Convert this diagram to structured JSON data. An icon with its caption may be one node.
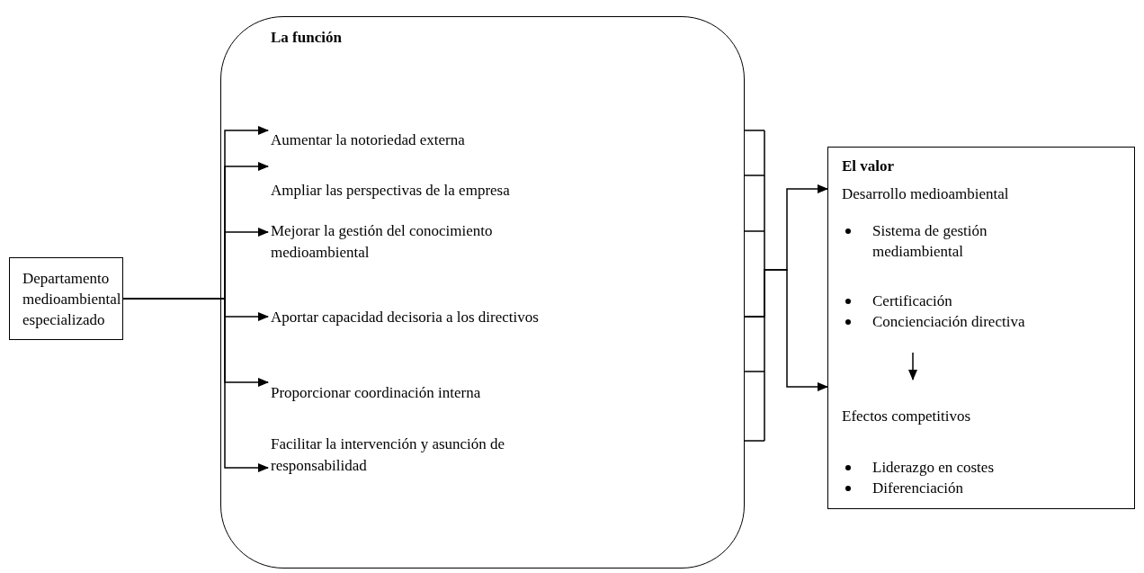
{
  "diagram": {
    "nodes": [
      {
        "text": [
          "Departamento medioambiental especializado"
        ]
      },
      {
        "text": [
          "La función"
        ]
      },
      {
        "text": [
          "Aumentar la notoriedad externa"
        ],
        "in": 1
      },
      {
        "text": [
          "Ampliar las perspectivas de la empresa"
        ],
        "in": 1
      },
      {
        "text": [
          "Mejorar la gestión del conocimiento medioambiental"
        ],
        "in": 1
      },
      {
        "text": [
          "Aportar capacidad decisoria a los directivos"
        ],
        "in": 1
      },
      {
        "text": [
          "Proporcionar coordinación interna"
        ],
        "in": 1
      },
      {
        "text": [
          "Facilitar la intervención y asunción de responsabilidad"
        ],
        "in": 1
      },
      {
        "text": [
          "El valor"
        ]
      },
      {
        "text": [
          "Desarrollo medioambiental",
          "Sistema de gestión mediambiental",
          "Certificación",
          "Concienciación directiva"
        ],
        "in": 8
      },
      {
        "text": [
          "Efectos competitivos",
          "Liderazgo en costes",
          "Diferenciación"
        ],
        "in": 8
      }
    ],
    "edges": [
      {
        "from": 0,
        "to": 2,
        "arrow": "to"
      },
      {
        "from": 0,
        "to": 3,
        "arrow": "to"
      },
      {
        "from": 0,
        "to": 4,
        "arrow": "to"
      },
      {
        "from": 0,
        "to": 5,
        "arrow": "to"
      },
      {
        "from": 0,
        "to": 6,
        "arrow": "to"
      },
      {
        "from": 0,
        "to": 7,
        "arrow": "to"
      },
      {
        "from": 1,
        "to": 9,
        "arrow": "to"
      },
      {
        "from": 1,
        "to": 10,
        "arrow": "to"
      },
      {
        "from": 9,
        "to": 10,
        "arrow": "to"
      }
    ]
  }
}
